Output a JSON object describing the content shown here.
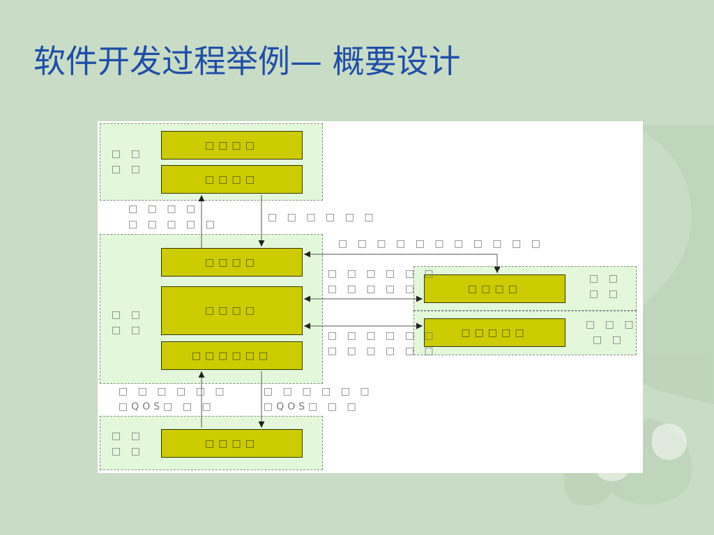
{
  "slide": {
    "title": "软件开发过程举例— 概要设计"
  },
  "diagram": {
    "regions": {
      "top": {
        "label": "□ □\n□ □"
      },
      "middle": {
        "label": "□ □\n□ □"
      },
      "right_a": {
        "label": "□ □\n□ □"
      },
      "right_b": {
        "label": "□ □ □\n□ □"
      },
      "bottom": {
        "label": "□ □\n□ □"
      }
    },
    "modules": {
      "top_1": "□□□□",
      "top_2": "□□□□",
      "mid_1": "□□□□",
      "mid_2": "□□□□",
      "mid_3": "□□□□□□",
      "right_a": "□□□□",
      "right_b": "□□□□□",
      "bottom": "□□□□"
    },
    "edge_labels": {
      "up_left_top": "□ □ □ □\n□ □ □ □ □",
      "down_right_top": "□ □ □ □ □ □",
      "right_top": "□ □ □ □ □ □ □ □ □ □ □",
      "right_mid": "□ □ □ □ □ □\n□ □ □ □ □",
      "right_low": "□ □ □ □ □ □\n□ □ □ □ □ □",
      "up_left_bottom": "□ □ □ □ □ □\n□QOS□ □ □",
      "down_right_bottom": "□ □ □ □ □ □\n□QOS□ □ □"
    }
  }
}
